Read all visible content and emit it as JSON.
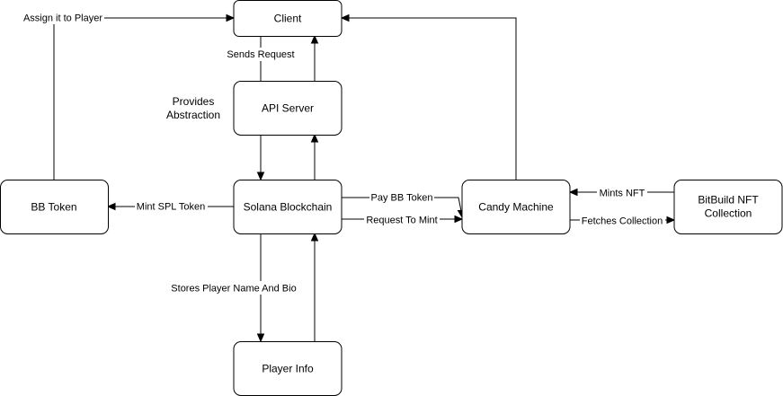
{
  "nodes": {
    "client": "Client",
    "api_server": "API Server",
    "solana": "Solana Blockchain",
    "bb_token": "BB Token",
    "candy_machine": "Candy Machine",
    "nft_collection_line1": "BitBuild NFT",
    "nft_collection_line2": "Collection",
    "player_info": "Player Info"
  },
  "edges": {
    "assign_to_player": "Assign it to Player",
    "sends_request": "Sends Request",
    "provides_abstraction_line1": "Provides",
    "provides_abstraction_line2": "Abstraction",
    "mint_spl_token": "Mint SPL Token",
    "pay_bb_token": "Pay BB Token",
    "request_to_mint": "Request To Mint",
    "mints_nft": "Mints NFT",
    "fetches_collection": "Fetches Collection",
    "stores_player": "Stores Player Name And Bio"
  }
}
